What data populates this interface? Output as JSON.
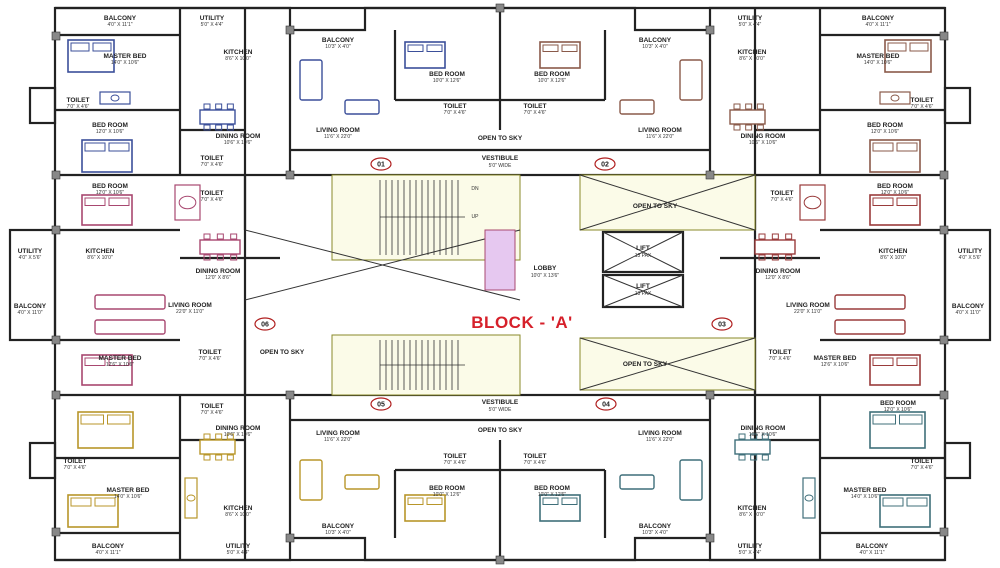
{
  "plan": {
    "title": "BLOCK - 'A'",
    "core": {
      "lobby": {
        "name": "LOBBY",
        "size": "10'0\" X 13'6\""
      },
      "lift1": {
        "name": "LIFT",
        "size": "13 PAX"
      },
      "lift2": {
        "name": "LIFT",
        "size": "13 PAX"
      },
      "vestibule_top": {
        "name": "VESTIBULE",
        "size": "5'0\" WIDE"
      },
      "vestibule_bottom": {
        "name": "VESTIBULE",
        "size": "5'0\" WIDE"
      },
      "open_sky_core_tr": "OPEN TO SKY",
      "open_sky_core_br": "OPEN TO SKY",
      "open_sky_top": "OPEN TO SKY",
      "open_sky_bottom": "OPEN TO SKY",
      "open_sky_left": "OPEN TO SKY",
      "stair_up": "UP",
      "stair_dn": "DN"
    },
    "units": [
      {
        "no": "01",
        "color": "#3b4f9a"
      },
      {
        "no": "02",
        "color": "#8a5a4a"
      },
      {
        "no": "03",
        "color": "#9a3b3b"
      },
      {
        "no": "04",
        "color": "#3f6f7a"
      },
      {
        "no": "05",
        "color": "#b8962a"
      },
      {
        "no": "06",
        "color": "#a84870"
      }
    ],
    "rooms": {
      "tl_balcony": {
        "name": "BALCONY",
        "size": "4'0\" X 11'1\""
      },
      "tl_utility": {
        "name": "UTILITY",
        "size": "5'0\" X 4'4\""
      },
      "tl_master": {
        "name": "MASTER BED",
        "size": "14'0\" X 10'6\""
      },
      "tl_kitchen": {
        "name": "KITCHEN",
        "size": "8'6\" X 10'0\""
      },
      "tl_toilet": {
        "name": "TOILET",
        "size": "7'0\" X 4'6\""
      },
      "tl_bed": {
        "name": "BED ROOM",
        "size": "12'0\" X 10'6\""
      },
      "tl_dining": {
        "name": "DINING ROOM",
        "size": "10'6\" X 10'6\""
      },
      "tl_toilet2": {
        "name": "TOILET",
        "size": "7'0\" X 4'6\""
      },
      "t1_balcony": {
        "name": "BALCONY",
        "size": "10'3\" X 4'0\""
      },
      "t1_living": {
        "name": "LIVING ROOM",
        "size": "11'6\" X 22'0\""
      },
      "t1_bed": {
        "name": "BED ROOM",
        "size": "10'0\" X 12'6\""
      },
      "t1_toilet": {
        "name": "TOILET",
        "size": "7'0\" X 4'6\""
      },
      "t2_bed": {
        "name": "BED ROOM",
        "size": "10'0\" X 12'6\""
      },
      "t2_toilet": {
        "name": "TOILET",
        "size": "7'0\" X 4'6\""
      },
      "t2_balcony": {
        "name": "BALCONY",
        "size": "10'3\" X 4'0\""
      },
      "t2_living": {
        "name": "LIVING ROOM",
        "size": "11'6\" X 22'0\""
      },
      "tr_utility": {
        "name": "UTILITY",
        "size": "5'0\" X 4'4\""
      },
      "tr_balcony": {
        "name": "BALCONY",
        "size": "4'0\" X 11'1\""
      },
      "tr_kitchen": {
        "name": "KITCHEN",
        "size": "8'6\" X 10'0\""
      },
      "tr_master": {
        "name": "MASTER BED",
        "size": "14'0\" X 10'6\""
      },
      "tr_toilet": {
        "name": "TOILET",
        "size": "7'0\" X 4'6\""
      },
      "tr_dining": {
        "name": "DINING ROOM",
        "size": "10'6\" X 10'6\""
      },
      "tr_bed": {
        "name": "BED ROOM",
        "size": "12'0\" X 10'6\""
      },
      "ml_bed": {
        "name": "BED ROOM",
        "size": "12'0\" X 10'6\""
      },
      "ml_toilet": {
        "name": "TOILET",
        "size": "7'0\" X 4'6\""
      },
      "ml_utility": {
        "name": "UTILITY",
        "size": "4'0\" X 5'6\""
      },
      "ml_kitchen": {
        "name": "KITCHEN",
        "size": "8'6\" X 10'0\""
      },
      "ml_dining": {
        "name": "DINING ROOM",
        "size": "12'0\" X 8'6\""
      },
      "ml_balcony": {
        "name": "BALCONY",
        "size": "4'0\" X 11'0\""
      },
      "ml_living": {
        "name": "LIVING ROOM",
        "size": "22'0\" X 11'0\""
      },
      "ml_master": {
        "name": "MASTER BED",
        "size": "12'6\" X 10'6\""
      },
      "ml_toilet2": {
        "name": "TOILET",
        "size": "7'0\" X 4'6\""
      },
      "mr_bed": {
        "name": "BED ROOM",
        "size": "12'0\" X 10'6\""
      },
      "mr_toilet": {
        "name": "TOILET",
        "size": "7'0\" X 4'6\""
      },
      "mr_kitchen": {
        "name": "KITCHEN",
        "size": "8'6\" X 10'0\""
      },
      "mr_utility": {
        "name": "UTILITY",
        "size": "4'0\" X 5'6\""
      },
      "mr_dining": {
        "name": "DINING ROOM",
        "size": "12'0\" X 8'6\""
      },
      "mr_living": {
        "name": "LIVING ROOM",
        "size": "22'0\" X 11'0\""
      },
      "mr_balcony": {
        "name": "BALCONY",
        "size": "4'0\" X 11'0\""
      },
      "mr_toilet2": {
        "name": "TOILET",
        "size": "7'0\" X 4'6\""
      },
      "mr_master": {
        "name": "MASTER BED",
        "size": "12'6\" X 10'6\""
      },
      "bl_toilet": {
        "name": "TOILET",
        "size": "7'0\" X 4'6\""
      },
      "bl_dining": {
        "name": "DINING ROOM",
        "size": "10'6\" X 10'6\""
      },
      "bl_toilet2": {
        "name": "TOILET",
        "size": "7'0\" X 4'6\""
      },
      "bl_master": {
        "name": "MASTER BED",
        "size": "14'0\" X 10'6\""
      },
      "bl_kitchen": {
        "name": "KITCHEN",
        "size": "8'6\" X 10'0\""
      },
      "bl_balcony": {
        "name": "BALCONY",
        "size": "4'0\" X 11'1\""
      },
      "bl_utility": {
        "name": "UTILITY",
        "size": "5'0\" X 4'4\""
      },
      "b1_living": {
        "name": "LIVING ROOM",
        "size": "11'6\" X 22'0\""
      },
      "b1_toilet": {
        "name": "TOILET",
        "size": "7'0\" X 4'6\""
      },
      "b1_bed": {
        "name": "BED ROOM",
        "size": "10'0\" X 12'6\""
      },
      "b1_balcony": {
        "name": "BALCONY",
        "size": "10'3\" X 4'0\""
      },
      "b2_living": {
        "name": "LIVING ROOM",
        "size": "11'6\" X 22'0\""
      },
      "b2_toilet": {
        "name": "TOILET",
        "size": "7'0\" X 4'6\""
      },
      "b2_bed": {
        "name": "BED ROOM",
        "size": "10'0\" X 12'6\""
      },
      "b2_balcony": {
        "name": "BALCONY",
        "size": "10'3\" X 4'0\""
      },
      "br_bed": {
        "name": "BED ROOM",
        "size": "12'0\" X 10'6\""
      },
      "br_dining": {
        "name": "DINING ROOM",
        "size": "10'6\" X 10'6\""
      },
      "br_toilet": {
        "name": "TOILET",
        "size": "7'0\" X 4'6\""
      },
      "br_master": {
        "name": "MASTER BED",
        "size": "14'0\" X 10'6\""
      },
      "br_kitchen": {
        "name": "KITCHEN",
        "size": "8'6\" X 10'0\""
      },
      "br_utility": {
        "name": "UTILITY",
        "size": "5'0\" X 4'4\""
      },
      "br_balcony": {
        "name": "BALCONY",
        "size": "4'0\" X 11'1\""
      }
    }
  }
}
